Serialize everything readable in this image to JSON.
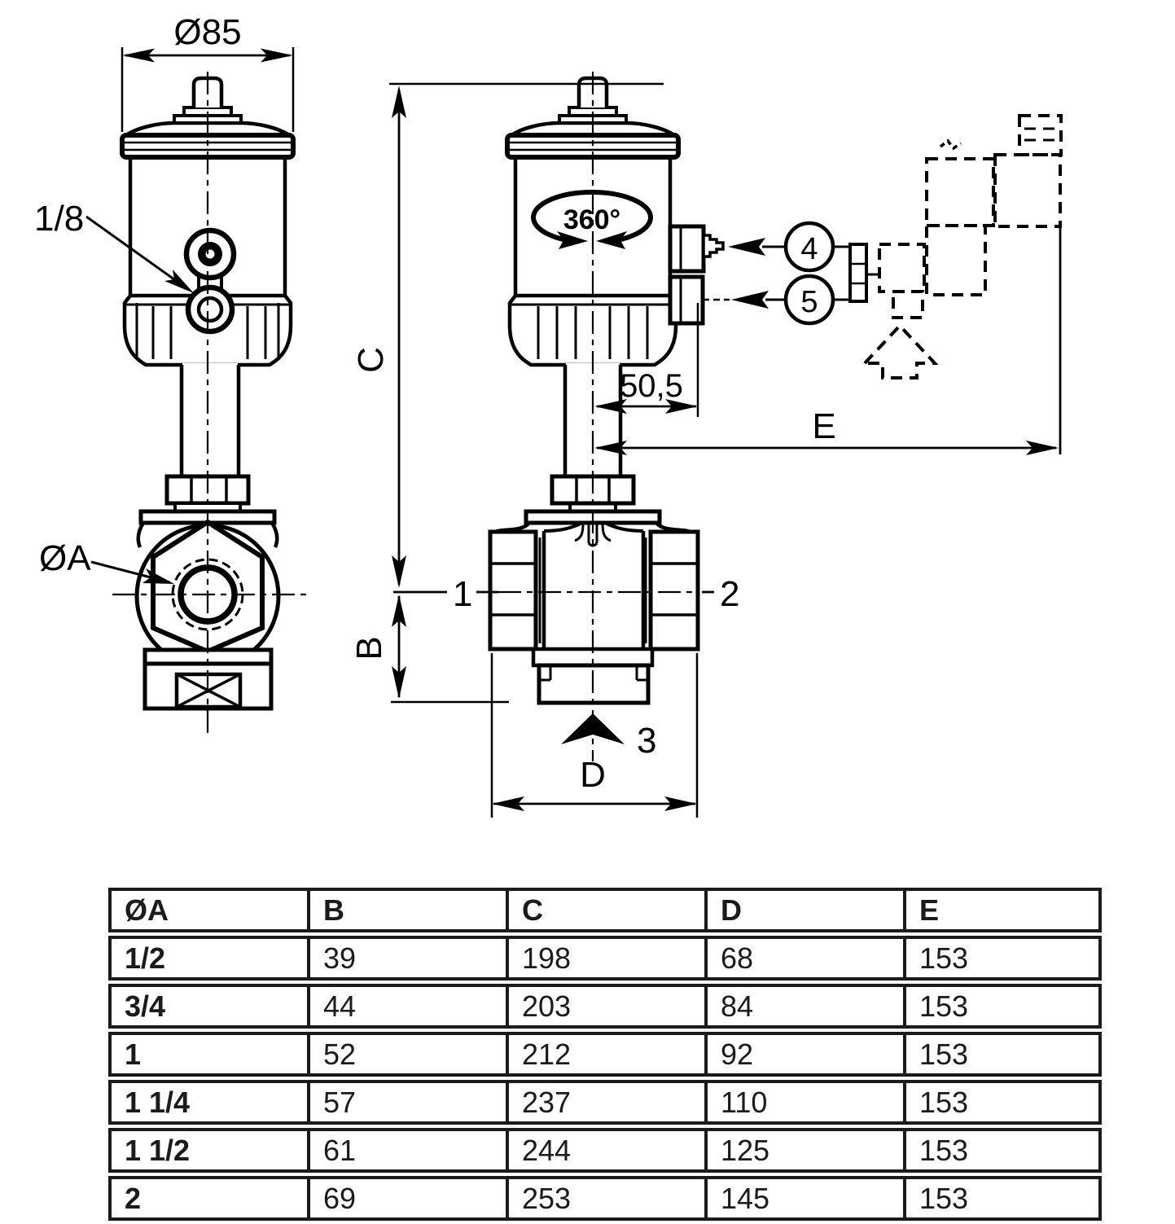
{
  "drawing": {
    "left_view": {
      "dia_label": "Ø85",
      "pilot_port_label": "1/8",
      "bore_label": "ØA"
    },
    "middle_view": {
      "rotation_label": "360°",
      "dim_c_label": "C",
      "dim_b_label": "B",
      "offset_dim_label": "50,5",
      "dim_e_label": "E",
      "dim_d_label": "D",
      "port_1_label": "1",
      "port_2_label": "2",
      "port_3_label": "3",
      "callout_4_label": "4",
      "callout_5_label": "5"
    }
  },
  "table": {
    "headers": [
      "ØA",
      "B",
      "C",
      "D",
      "E"
    ],
    "rows": [
      {
        "size": "1/2",
        "b": "39",
        "c": "198",
        "d": "68",
        "e": "153"
      },
      {
        "size": "3/4",
        "b": "44",
        "c": "203",
        "d": "84",
        "e": "153"
      },
      {
        "size": "1",
        "b": "52",
        "c": "212",
        "d": "92",
        "e": "153"
      },
      {
        "size": "1 1/4",
        "b": "57",
        "c": "237",
        "d": "110",
        "e": "153"
      },
      {
        "size": "1 1/2",
        "b": "61",
        "c": "244",
        "d": "125",
        "e": "153"
      },
      {
        "size": "2",
        "b": "69",
        "c": "253",
        "d": "145",
        "e": "153"
      }
    ]
  }
}
